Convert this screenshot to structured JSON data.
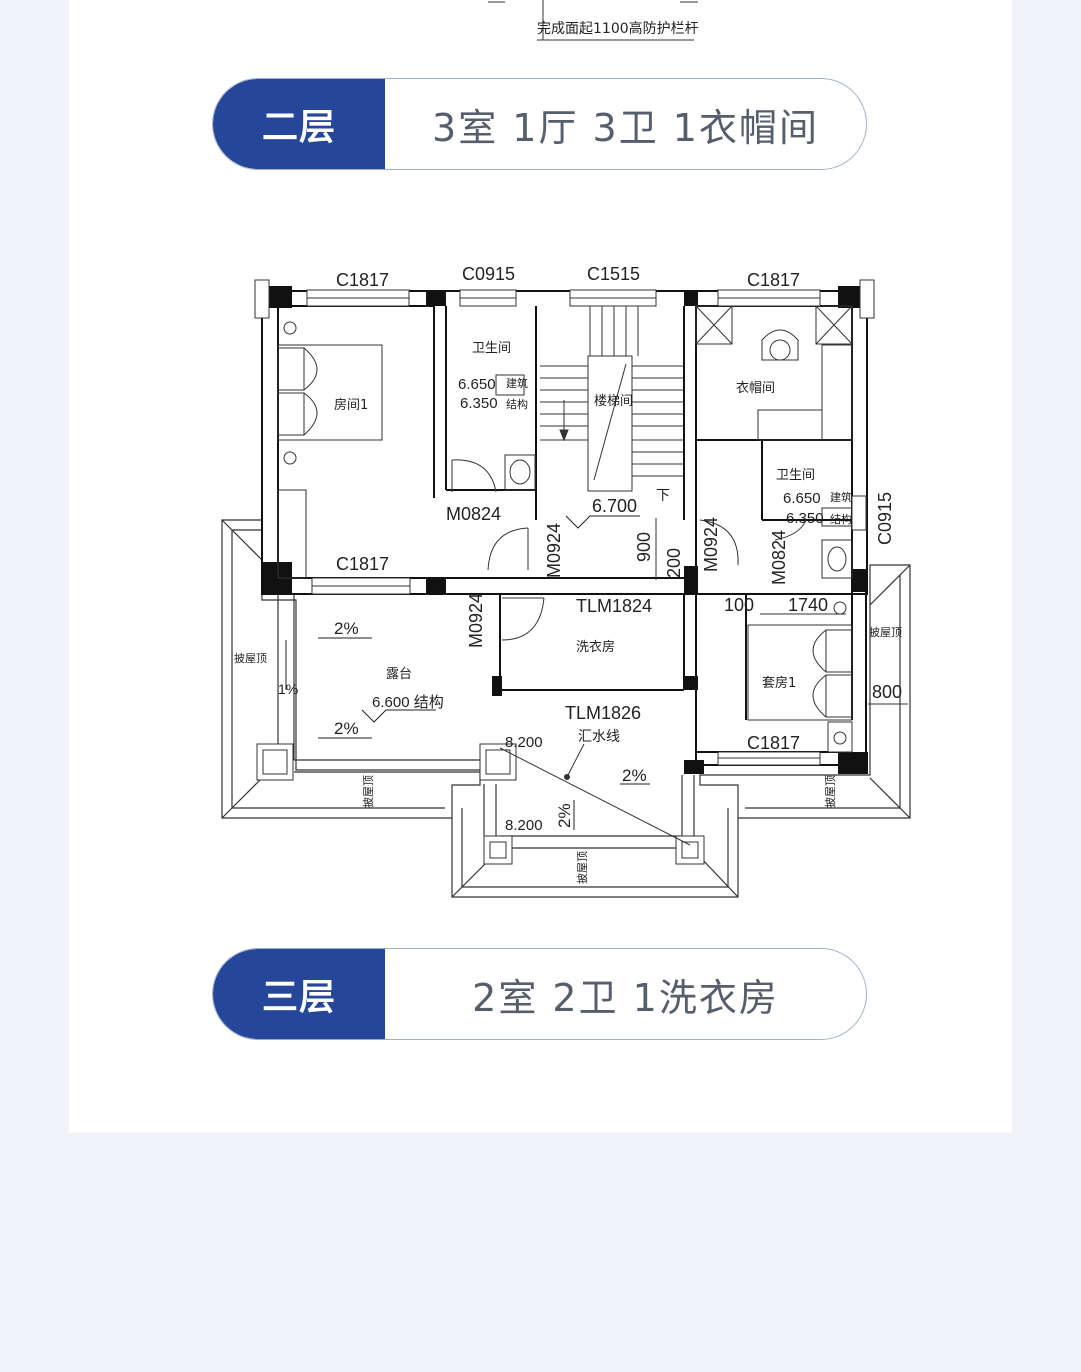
{
  "top_note": "完成面起1100高防护栏杆",
  "floors": [
    {
      "tag": "二层",
      "desc": "3室 1厅 3卫 1衣帽间"
    },
    {
      "tag": "三层",
      "desc": "2室 2卫 1洗衣房"
    }
  ],
  "plan": {
    "windows": {
      "c1817_tl": "C1817",
      "c0915_top": "C0915",
      "c1515": "C1515",
      "c1817_tr": "C1817",
      "c1817_mid": "C1817",
      "c1817_br": "C1817",
      "c0915_right": "C0915"
    },
    "doors": {
      "m0824_left": "M0824",
      "m0924_stair": "M0924",
      "m0924_right": "M0924",
      "m0824_right": "M0824",
      "m0924_terrace": "M0924",
      "tlm1824": "TLM1824",
      "tlm1826": "TLM1826"
    },
    "rooms": {
      "bath1": "卫生间",
      "room1": "房间1",
      "stair": "楼梯间",
      "closet": "衣帽间",
      "bath2": "卫生间",
      "laundry": "洗衣房",
      "terrace": "露台",
      "suite1": "套房1"
    },
    "levels": {
      "bath1_arch": "6.650",
      "bath1_arch_note": "建筑",
      "bath1_struct": "6.350",
      "bath1_struct_note": "结构",
      "bath2_arch": "6.650",
      "bath2_arch_note": "建筑",
      "bath2_struct": "6.350",
      "bath2_struct_note": "结构",
      "stair_landing": "6.700",
      "terrace": "6.600 结构",
      "roof_a": "8.200",
      "roof_b": "8.200"
    },
    "dims": {
      "d900": "900",
      "d200": "200",
      "d100": "100",
      "d1740": "1740",
      "d800": "800"
    },
    "slopes": {
      "s1": "2%",
      "s2": "2%",
      "s3": "1%",
      "s4": "2%",
      "s5": "2%"
    },
    "notes": {
      "down": "下",
      "gutter": "汇水线",
      "slope_left": "披屋顶",
      "slope_right": "披屋顶",
      "slope_b1": "披屋顶",
      "slope_b2": "披屋顶",
      "slope_b3": "披屋顶"
    }
  },
  "colors": {
    "accent": "#26469a",
    "pill_border": "#9fb1c9",
    "background": "#f1f3f8"
  }
}
